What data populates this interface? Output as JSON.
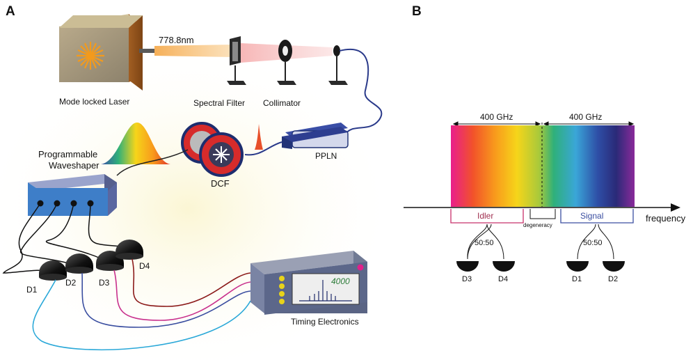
{
  "panel_a": {
    "letter": "A",
    "wavelength": "778.8nm",
    "laser": "Mode locked Laser",
    "filter": "Spectral Filter",
    "collimator": "Collimator",
    "ppln": "PPLN",
    "waveshaper": "Programmable\nWaveshaper",
    "dcf": "DCF",
    "detectors": [
      "D1",
      "D2",
      "D3",
      "D4"
    ],
    "counter_value": "4000",
    "timing": "Timing Electronics"
  },
  "panel_b": {
    "letter": "B",
    "bandwidth_left": "400 GHz",
    "bandwidth_right": "400 GHz",
    "idler": "Idler",
    "signal": "Signal",
    "degeneracy": "degeneracy",
    "axis_label": "frequency",
    "splitter_left": "50:50",
    "splitter_right": "50:50",
    "detectors_left": [
      "D3",
      "D4"
    ],
    "detectors_right": [
      "D1",
      "D2"
    ]
  },
  "colors": {
    "idler": "#a03050",
    "signal": "#3a4ea0",
    "counter_text": "#2e7d3a",
    "red_fiber": "#8b1a1a",
    "pink_fiber": "#c8308c",
    "blue_fiber": "#3a4ea0",
    "cyan_fiber": "#2aa8d8"
  }
}
